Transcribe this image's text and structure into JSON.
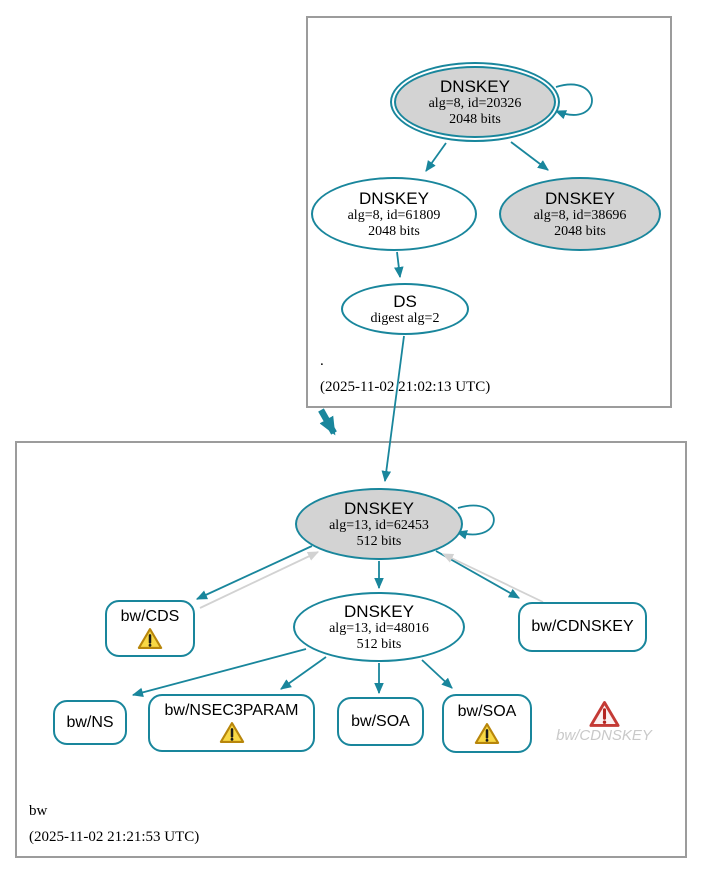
{
  "colors": {
    "teal": "#19869c",
    "node_gray_fill": "#d3d3d3",
    "edge_gray": "#d2d2d2",
    "cluster_border": "#9c9c9c",
    "warning_yellow": "#f8d845",
    "warning_border": "#b8860b",
    "error_red": "#c43a35",
    "ghost_text": "#c9c9c9"
  },
  "icons": {
    "warning": "yellow-warning-triangle",
    "error": "red-error-triangle"
  },
  "root_zone": {
    "label": ".",
    "timestamp": "(2025-11-02 21:02:13 UTC)",
    "ksk": {
      "title": "DNSKEY",
      "detail": "alg=8, id=20326",
      "bits": "2048 bits"
    },
    "zsk": {
      "title": "DNSKEY",
      "detail": "alg=8, id=61809",
      "bits": "2048 bits"
    },
    "key2": {
      "title": "DNSKEY",
      "detail": "alg=8, id=38696",
      "bits": "2048 bits"
    },
    "ds": {
      "title": "DS",
      "detail": "digest alg=2"
    }
  },
  "bw_zone": {
    "label": "bw",
    "timestamp": "(2025-11-02 21:21:53 UTC)",
    "ksk": {
      "title": "DNSKEY",
      "detail": "alg=13, id=62453",
      "bits": "512 bits"
    },
    "zsk": {
      "title": "DNSKEY",
      "detail": "alg=13, id=48016",
      "bits": "512 bits"
    },
    "cds": {
      "label": "bw/CDS"
    },
    "cdnskey": {
      "label": "bw/CDNSKEY"
    },
    "ns": {
      "label": "bw/NS"
    },
    "nsec3param": {
      "label": "bw/NSEC3PARAM"
    },
    "soa": {
      "label": "bw/SOA"
    },
    "soa2": {
      "label": "bw/SOA"
    },
    "cdnskey_error": {
      "label": "bw/CDNSKEY"
    }
  }
}
